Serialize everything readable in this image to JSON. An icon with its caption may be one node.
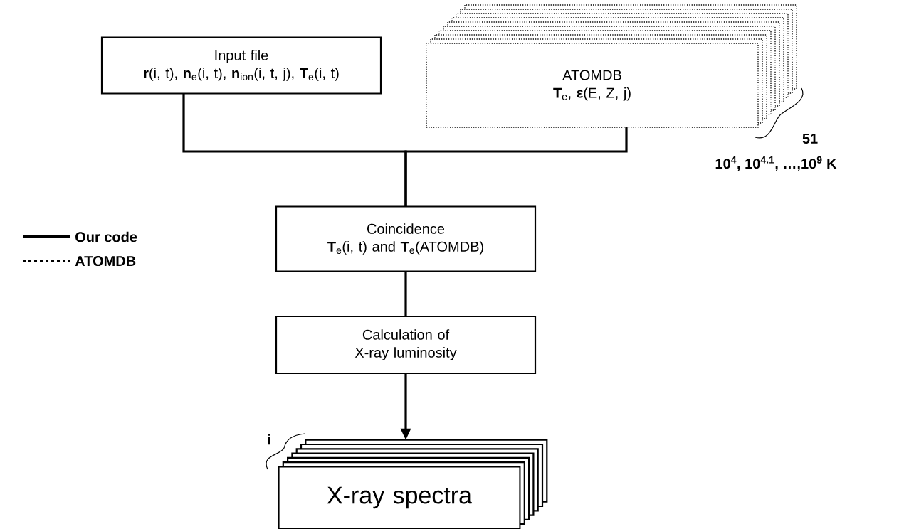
{
  "diagram": {
    "nodes": [
      {
        "text": [
          "Input file",
          "**r**(i, t), **n**$_{e}$(i, t), **n**$_{ion}$(i, t, j), **T**$_{e}$(i, t)"
        ]
      },
      {
        "text": [
          "ATOMDB",
          "**T**$_{e}$, **ε**(E, Z,  j)"
        ],
        "beside": [
          "51",
          "10$^{4}$, 10$^{4.1}$, …,10$^{9}$ K"
        ]
      },
      {
        "text": [
          "Coincidence",
          "**T**$_{e}$(i, t) and **T**$_{e}$(ATOMDB)"
        ]
      },
      {
        "text": [
          "Calculation of X-ray luminosity"
        ]
      },
      {
        "text": [
          "X-ray spectra"
        ],
        "beside": [
          "i"
        ]
      }
    ],
    "edges": [
      {
        "from": 0,
        "to": 2,
        "arrow": "none"
      },
      {
        "from": 1,
        "to": 2,
        "arrow": "none"
      },
      {
        "from": 2,
        "to": 3,
        "arrow": "none"
      },
      {
        "from": 3,
        "to": 4,
        "arrow": "to"
      }
    ],
    "legend": [
      {
        "text": "Our code"
      },
      {
        "text": "ATOMDB"
      }
    ]
  }
}
